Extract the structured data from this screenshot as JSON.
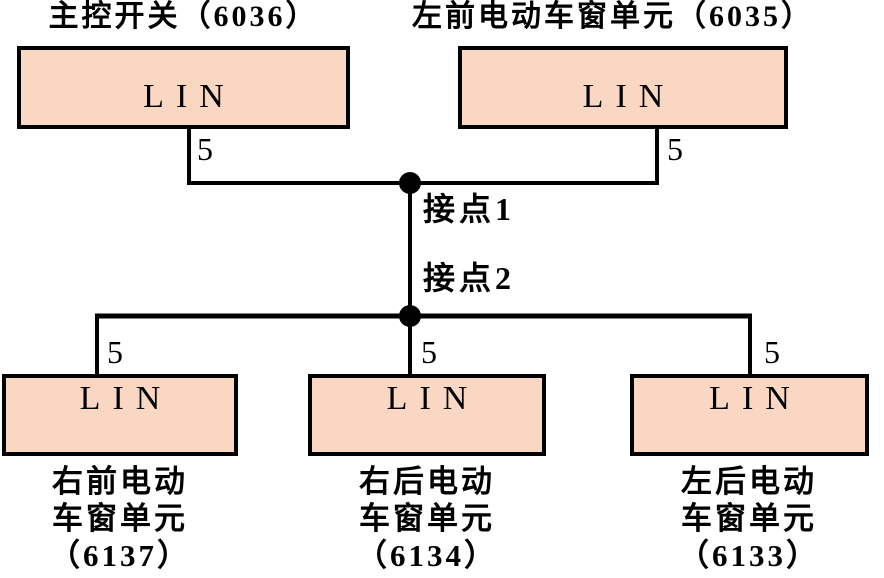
{
  "nodes": {
    "master_switch": {
      "title": "主控开关（6036）",
      "port": "LIN",
      "pin": "5"
    },
    "front_left_window": {
      "title": "左前电动车窗单元（6035）",
      "port": "LIN",
      "pin": "5"
    },
    "front_right_window": {
      "lines": [
        "右前电动",
        "车窗单元",
        "（6137）"
      ],
      "port": "LIN",
      "pin": "5"
    },
    "rear_right_window": {
      "lines": [
        "右后电动",
        "车窗单元",
        "（6134）"
      ],
      "port": "LIN",
      "pin": "5"
    },
    "rear_left_window": {
      "lines": [
        "左后电动",
        "车窗单元",
        "（6133）"
      ],
      "port": "LIN",
      "pin": "5"
    }
  },
  "junctions": {
    "junction1": "接点1",
    "junction2": "接点2"
  },
  "colors": {
    "node_fill": "#FAD7C2",
    "line_color": "#000000",
    "background": "#FFFFFF"
  }
}
